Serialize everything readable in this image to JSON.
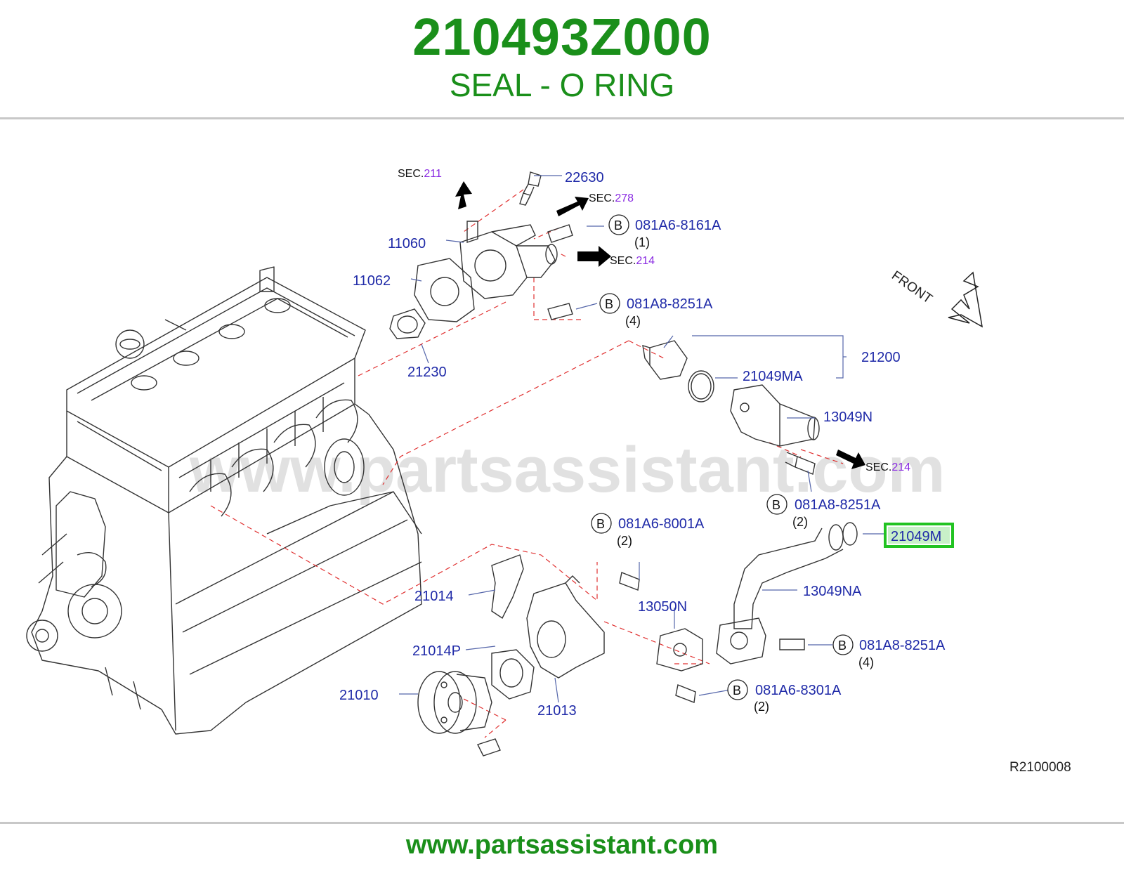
{
  "header": {
    "part_number": "210493Z000",
    "part_name": "SEAL - O RING"
  },
  "diagram": {
    "watermark": "www.partsassistant.com",
    "front_label": "FRONT",
    "reference_code": "R2100008",
    "bolt_marker": "B",
    "parts": [
      {
        "id": "22630",
        "highlighted": false
      },
      {
        "id": "11060",
        "highlighted": false
      },
      {
        "id": "11062",
        "highlighted": false
      },
      {
        "id": "21230",
        "highlighted": false
      },
      {
        "id": "21200",
        "highlighted": false
      },
      {
        "id": "21049MA",
        "highlighted": false
      },
      {
        "id": "13049N",
        "highlighted": false
      },
      {
        "id": "21049M",
        "highlighted": true
      },
      {
        "id": "13049NA",
        "highlighted": false
      },
      {
        "id": "13050N",
        "highlighted": false
      },
      {
        "id": "21014",
        "highlighted": false
      },
      {
        "id": "21014P",
        "highlighted": false
      },
      {
        "id": "21010",
        "highlighted": false
      },
      {
        "id": "21013",
        "highlighted": false
      }
    ],
    "bolts": [
      {
        "code": "081A6-8161A",
        "qty": "(1)"
      },
      {
        "code": "081A8-8251A",
        "qty": "(4)"
      },
      {
        "code": "081A8-8251A",
        "qty": "(2)"
      },
      {
        "code": "081A6-8001A",
        "qty": "(2)"
      },
      {
        "code": "081A8-8251A",
        "qty": "(4)"
      },
      {
        "code": "081A6-8301A",
        "qty": "(2)"
      }
    ],
    "section_refs": [
      {
        "prefix": "SEC.",
        "number": "211"
      },
      {
        "prefix": "SEC.",
        "number": "278"
      },
      {
        "prefix": "SEC.",
        "number": "214"
      },
      {
        "prefix": "SEC.",
        "number": "214"
      }
    ],
    "highlight_color": "#22c322",
    "label_color": "#1f2aa8",
    "brand_color": "#1a8f1a"
  },
  "footer": {
    "url": "www.partsassistant.com"
  }
}
